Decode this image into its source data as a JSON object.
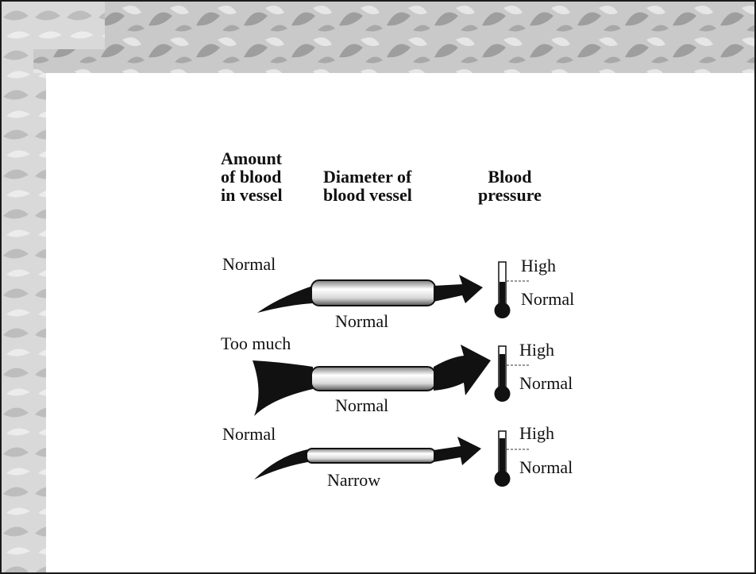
{
  "headers": {
    "amount": [
      "Amount",
      "of blood",
      "in vessel"
    ],
    "diameter": [
      "Diameter of",
      "blood vessel"
    ],
    "pressure": [
      "Blood",
      "pressure"
    ]
  },
  "rows": [
    {
      "amount": "Normal",
      "diameter": "Normal",
      "high": "High",
      "normal": "Normal",
      "pressure_level": "normal"
    },
    {
      "amount": "Too much",
      "diameter": "Normal",
      "high": "High",
      "normal": "Normal",
      "pressure_level": "high"
    },
    {
      "amount": "Normal",
      "diameter": "Narrow",
      "high": "High",
      "normal": "Normal",
      "pressure_level": "high"
    }
  ],
  "colors": {
    "ink": "#111111",
    "leaf_banner": "#b9b9b9",
    "side_strip": "#d6d6d6",
    "vessel_highlight": "#ffffff"
  }
}
